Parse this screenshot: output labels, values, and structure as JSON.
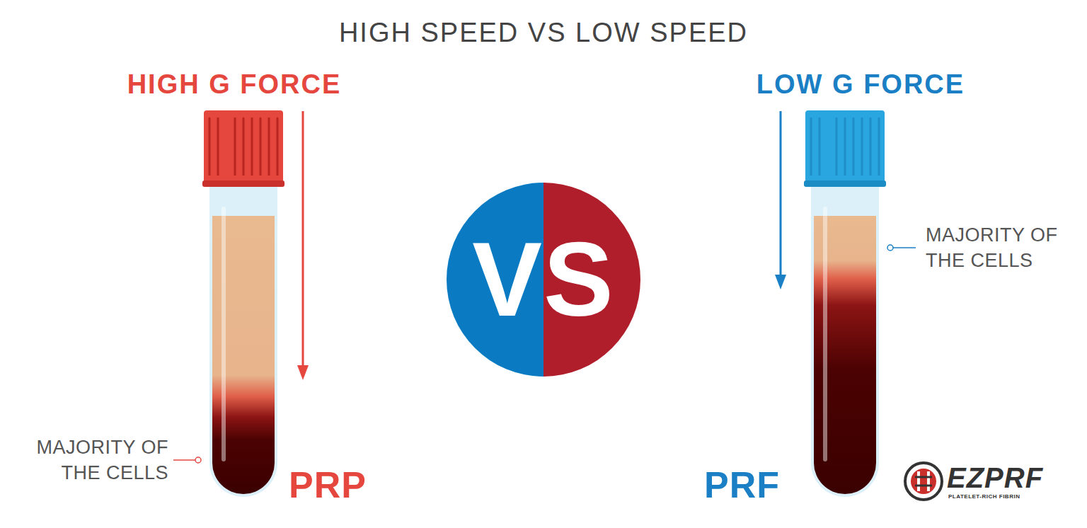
{
  "diagram": {
    "title": "HIGH SPEED VS LOW SPEED",
    "nodes": [
      {
        "text": [
          "VS"
        ]
      }
    ],
    "labels": [
      "HIGH G FORCE",
      "LOW G FORCE",
      "MAJORITY OF THE CELLS",
      "MAJORITY OF THE CELLS",
      "PRP",
      "PRF",
      "EZPRF",
      "PLATELET-RICH FIBRIN"
    ]
  }
}
